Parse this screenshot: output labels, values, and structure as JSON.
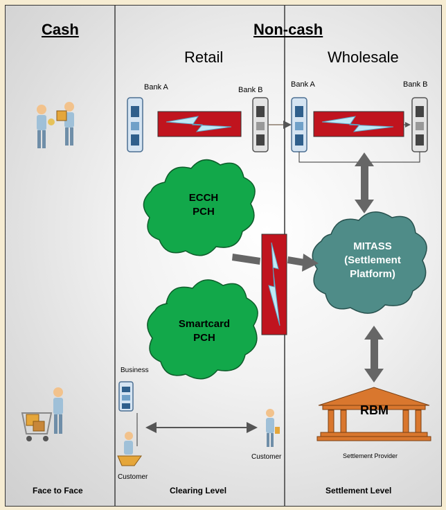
{
  "headers": {
    "cash": "Cash",
    "non_cash": "Non-cash",
    "retail": "Retail",
    "wholesale": "Wholesale"
  },
  "banks": {
    "retail_a": "Bank A",
    "retail_b": "Bank B",
    "wholesale_a": "Bank A",
    "wholesale_b": "Bank B"
  },
  "clouds": {
    "ecch": "ECCH\nPCH",
    "smartcard": "Smartcard\nPCH",
    "mitass": "MITASS\n(Settlement\nPlatform)"
  },
  "rbm": {
    "label": "RBM",
    "caption": "Settlement Provider"
  },
  "labels": {
    "business": "Business",
    "customer_left": "Customer",
    "customer_right": "Customer"
  },
  "footer": {
    "cash": "Face to Face",
    "retail": "Clearing Level",
    "wholesale": "Settlement Level"
  },
  "colors": {
    "cloud_green": "#12a84a",
    "cloud_teal": "#4f8c88",
    "firewall_red": "#c0141e",
    "rbm_orange": "#d9772e",
    "frame_bg": "#f6ecd2"
  }
}
